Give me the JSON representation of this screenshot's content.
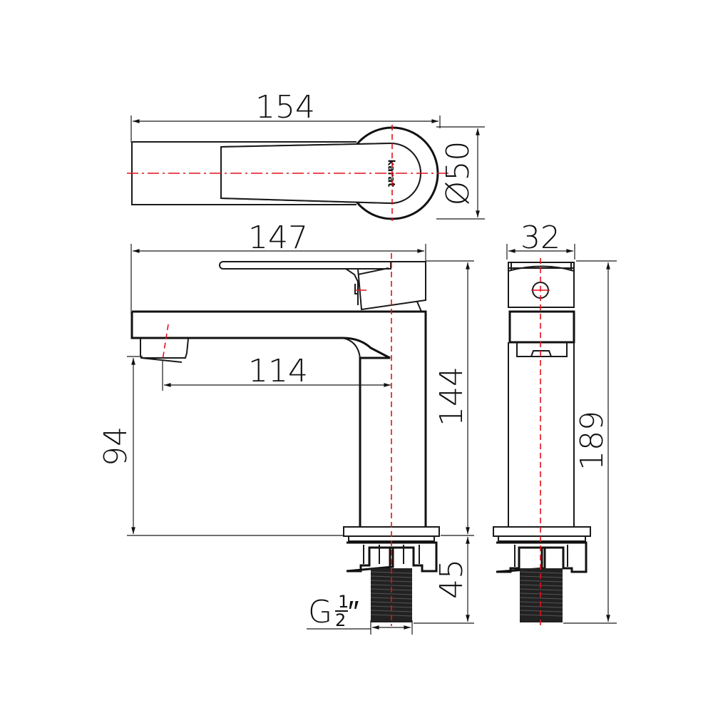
{
  "drawing": {
    "subject": "Basin mixer faucet technical drawing",
    "brand_logo": "karat",
    "units": "mm",
    "colors": {
      "outline": "#1a1a1a",
      "centerline": "#e3111b",
      "background": "#ffffff"
    }
  },
  "views": {
    "top": {
      "dimensions": {
        "overall_length": "154",
        "base_diameter": "Ø50"
      }
    },
    "front": {
      "dimensions": {
        "body_length": "147",
        "spout_reach": "114",
        "spout_height": "94",
        "body_height": "144",
        "shank_length": "45",
        "thread": "G",
        "thread_num": "1",
        "thread_den": "2",
        "thread_unit": "″"
      }
    },
    "side": {
      "dimensions": {
        "width": "32",
        "overall_height": "189"
      }
    }
  }
}
